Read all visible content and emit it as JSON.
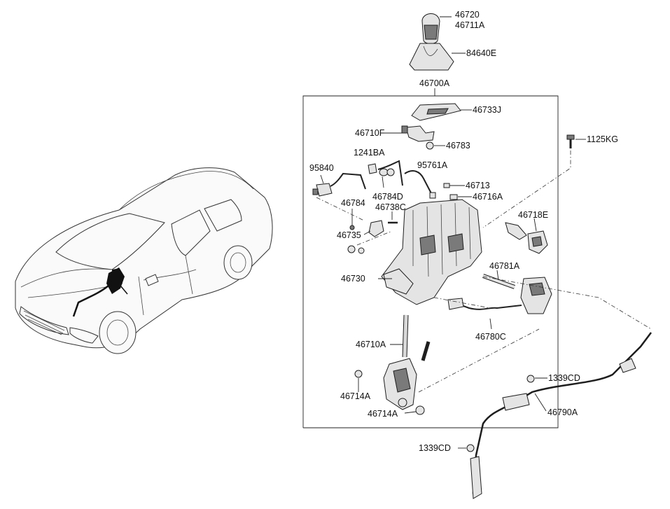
{
  "parts": [
    {
      "id": "p46720",
      "code": "46720"
    },
    {
      "id": "p46711A",
      "code": "46711A"
    },
    {
      "id": "p84640E",
      "code": "84640E"
    },
    {
      "id": "p46700A",
      "code": "46700A"
    },
    {
      "id": "p46733J",
      "code": "46733J"
    },
    {
      "id": "p46710F",
      "code": "46710F"
    },
    {
      "id": "p46783",
      "code": "46783"
    },
    {
      "id": "p1125KG",
      "code": "1125KG"
    },
    {
      "id": "p1241BA",
      "code": "1241BA"
    },
    {
      "id": "p95840",
      "code": "95840"
    },
    {
      "id": "p95761A",
      "code": "95761A"
    },
    {
      "id": "p46713",
      "code": "46713"
    },
    {
      "id": "p46784D",
      "code": "46784D"
    },
    {
      "id": "p46716A",
      "code": "46716A"
    },
    {
      "id": "p46784",
      "code": "46784"
    },
    {
      "id": "p46738C",
      "code": "46738C"
    },
    {
      "id": "p46718E",
      "code": "46718E"
    },
    {
      "id": "p46735",
      "code": "46735"
    },
    {
      "id": "p46781A",
      "code": "46781A"
    },
    {
      "id": "p46730",
      "code": "46730"
    },
    {
      "id": "p46780C",
      "code": "46780C"
    },
    {
      "id": "p46710A",
      "code": "46710A"
    },
    {
      "id": "p1339CD_a",
      "code": "1339CD"
    },
    {
      "id": "p46714A_a",
      "code": "46714A"
    },
    {
      "id": "p46790A",
      "code": "46790A"
    },
    {
      "id": "p46714A_b",
      "code": "46714A"
    },
    {
      "id": "p1339CD_b",
      "code": "1339CD"
    }
  ]
}
